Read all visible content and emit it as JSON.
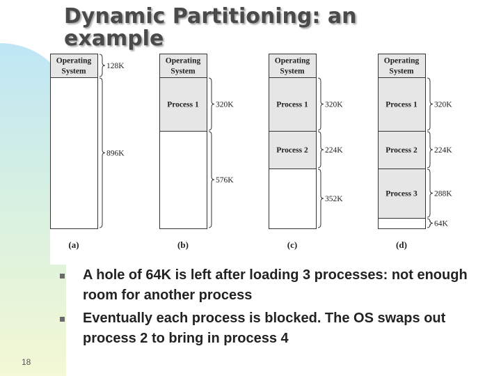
{
  "slide": {
    "title_line1": "Dynamic Partitioning: an",
    "title_line2": "example",
    "page_number": "18"
  },
  "diagram": {
    "panels": [
      {
        "label": "(a)",
        "blocks": [
          {
            "text": "Operating\nSystem",
            "fill": "#e6e6e6"
          },
          {
            "text": "",
            "fill": "#ffffff"
          }
        ],
        "sizes": [
          "128K",
          "896K"
        ]
      },
      {
        "label": "(b)",
        "blocks": [
          {
            "text": "Operating\nSystem",
            "fill": "#e6e6e6"
          },
          {
            "text": "Process 1",
            "fill": "#e6e6e6"
          },
          {
            "text": "",
            "fill": "#ffffff"
          }
        ],
        "sizes": [
          "320K",
          "576K"
        ]
      },
      {
        "label": "(c)",
        "blocks": [
          {
            "text": "Operating\nSystem",
            "fill": "#e6e6e6"
          },
          {
            "text": "Process 1",
            "fill": "#e6e6e6"
          },
          {
            "text": "Process 2",
            "fill": "#e6e6e6"
          },
          {
            "text": "",
            "fill": "#ffffff"
          }
        ],
        "sizes": [
          "320K",
          "224K",
          "352K"
        ]
      },
      {
        "label": "(d)",
        "blocks": [
          {
            "text": "Operating\nSystem",
            "fill": "#e6e6e6"
          },
          {
            "text": "Process 1",
            "fill": "#e6e6e6"
          },
          {
            "text": "Process 2",
            "fill": "#e6e6e6"
          },
          {
            "text": "Process 3",
            "fill": "#e6e6e6"
          },
          {
            "text": "",
            "fill": "#ffffff"
          }
        ],
        "sizes": [
          "320K",
          "224K",
          "288K",
          "64K"
        ]
      }
    ]
  },
  "bullets": [
    "A hole of 64K is left after loading 3 processes: not enough room for another process",
    "Eventually each process is blocked. The OS swaps out process 2 to bring in process 4"
  ],
  "colors": {
    "accent_line": "#1e2e8c",
    "title": "#4a4a4a",
    "block_fill": "#e6e6e6"
  }
}
